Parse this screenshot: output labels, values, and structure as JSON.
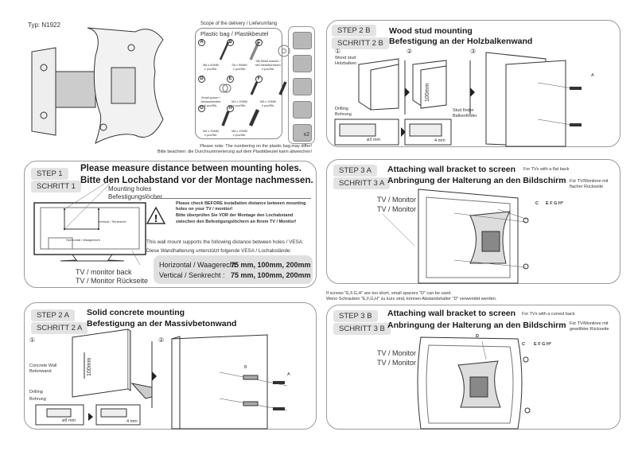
{
  "model": "Typ: N1922",
  "scope": {
    "title": "Scope of the delivery / Lieferumfang",
    "bag_title": "Plastic bag / Plastikbeutel",
    "items": [
      {
        "letter": "A",
        "desc": "M6 x 60MM",
        "qty": "2 pcs/Stk."
      },
      {
        "letter": "B",
        "desc": "S8 x 50MM",
        "qty": "2 pcs/Stk."
      },
      {
        "letter": "C",
        "desc": "M6 Metal washer / M6 Metallscheiben",
        "qty": "4 pcs/Stk."
      },
      {
        "letter": "D",
        "desc": "Small spacer / Abstandshalter",
        "qty": "8 pcs/Stk."
      },
      {
        "letter": "E",
        "desc": "M4 x 20MM",
        "qty": "4 pcs/Stk."
      },
      {
        "letter": "F",
        "desc": "M5 x 20MM",
        "qty": "4 pcs/Stk."
      },
      {
        "letter": "G",
        "desc": "M4 x 25MM",
        "qty": "4 pcs/Stk."
      },
      {
        "letter": "H",
        "desc": "M6 x 20MM",
        "qty": "4 pcs/Stk."
      }
    ],
    "note_en": "Please note: The numbering on the plastic bag may differ!",
    "note_de": "Bitte beachten: die Durchnummerierung auf dem Plastikbeutel kann abweichen!",
    "tools": [
      "stud-finder-icon",
      "screwdriver-icon",
      "drill-icon",
      "level-icon",
      "two-persons-icon"
    ],
    "persons": "x2"
  },
  "step1": {
    "tag_en": "STEP   1",
    "tag_de": "SCHRITT 1",
    "title_en": "Please measure distance between mounting holes.",
    "title_de": "Bitte den Lochabstand vor der Montage nachmessen.",
    "holes_en": "Mounting holes",
    "holes_de": "Befestigungslöcher",
    "vertical": "Vertical / Senkrecht",
    "horizontal": "Horizontal / Waagerecht",
    "back_en": "TV / monitor back",
    "back_de": "TV / Monitor Rückseite",
    "warn_en": "Please check BEFORE installation distance between mounting holes on your TV / monitor!",
    "warn_de": "Bitte überprüfen Sie VOR der Montage den Lochabstand zwischen den Befestigungslöchern an Ihrem TV / Monitor!",
    "supports_en": "This wall mount supports the following distance between holes / VESA:",
    "supports_de": "Diese Wandhalterung unterstützt folgende VESA / Lochabstände:",
    "h_label": "Horizontal / Waagerecht:",
    "h_val": "75 mm, 100mm, 200mm",
    "v_label": "Vertical / Senkrecht :",
    "v_val": "75 mm, 100mm, 200mm"
  },
  "step2a": {
    "tag_en": "STEP   2 A",
    "tag_de": "SCHRITT 2 A",
    "title_en": "Solid concrete mounting",
    "title_de": "Befestigung an der Massivbetonwand",
    "n1": "①",
    "n2": "②",
    "wall": "Concrete Wall\nBetonwand",
    "dim": "100mm",
    "drill": "Drilling\nBohrung",
    "dia": "ø8  mm",
    "depth": "4 mm",
    "a": "A",
    "b": "B"
  },
  "step2b": {
    "tag_en": "STEP  2 B",
    "tag_de": "SCHRITT 2 B",
    "title_en": "Wood stud mounting",
    "title_de": "Befestigung an der Holzbalkenwand",
    "n1": "①",
    "n2": "②",
    "n3": "③",
    "stud": "Wood stud\nHolzbalken",
    "dim": "100mm",
    "finder": "Stud finder\nBalkenfinder",
    "drill": "Drilling\nBohrung",
    "dia": "ø3 mm",
    "depth": "4 mm",
    "a": "A"
  },
  "step3a": {
    "tag_en": "STEP  3 A",
    "tag_de": "SCHRITT 3 A",
    "title_en": "Attaching wall bracket to screen",
    "title_de": "Anbringung der Halterung an den Bildschirm",
    "sub_en": "For TVs with a flat back",
    "sub_de": "Für TV/Monitore mit\nflacher Rückseite",
    "tv": "TV / Monitor\nTV / Monitor",
    "c": "C",
    "efgh": "E F G H*"
  },
  "spacer_note_en": "If screws \"E,F,G,H\" are too short, small spacers \"D\" can be used.",
  "spacer_note_de": "Wenn Schrauben \"E,F,G,H\" zu kurz sind,  können Abstandshalter \"D\"  verwendet werden.",
  "step3b": {
    "tag_en": "STEP  3 B",
    "tag_de": "SCHRITT 3 B",
    "title_en": "Attaching wall bracket to screen",
    "title_de": "Anbringung der Halterung an den Bildschirm",
    "sub_en": "For TVs with a curved back",
    "sub_de": "Für TV/Monitore mit\ngewölbter Rückseite",
    "tv": "TV / Monitor\nTV / Monitor",
    "c": "C",
    "d": "D",
    "efgh": "E F G H*"
  }
}
